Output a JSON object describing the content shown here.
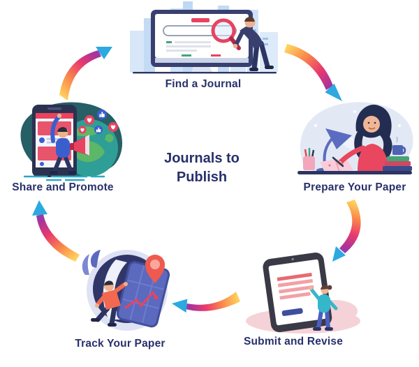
{
  "title": {
    "line1": "Journals to",
    "line2": "Publish"
  },
  "steps": [
    {
      "label": "Find a Journal",
      "position": "top",
      "illustration": "monitor-search-magnifier"
    },
    {
      "label": "Prepare Your Paper",
      "position": "right",
      "illustration": "woman-writing-at-desk"
    },
    {
      "label": "Submit and Revise",
      "position": "bottom-right",
      "illustration": "person-pointing-tablet-document"
    },
    {
      "label": "Track Your Paper",
      "position": "bottom-left",
      "illustration": "person-with-map-location-pin"
    },
    {
      "label": "Share and Promote",
      "position": "left",
      "illustration": "man-megaphone-phone-globe"
    }
  ],
  "flow": {
    "direction": "clockwise",
    "arrow_count": 5
  },
  "colors": {
    "label_text": "#28306b",
    "arrow_gradient": [
      "#FFD15C",
      "#F9864C",
      "#E93A6E",
      "#A8339A",
      "#6A55CC"
    ],
    "arrow_head": "#2BA9E0",
    "accent_red": "#E8435F",
    "accent_teal": "#2F9E96",
    "accent_navy": "#39406F"
  }
}
